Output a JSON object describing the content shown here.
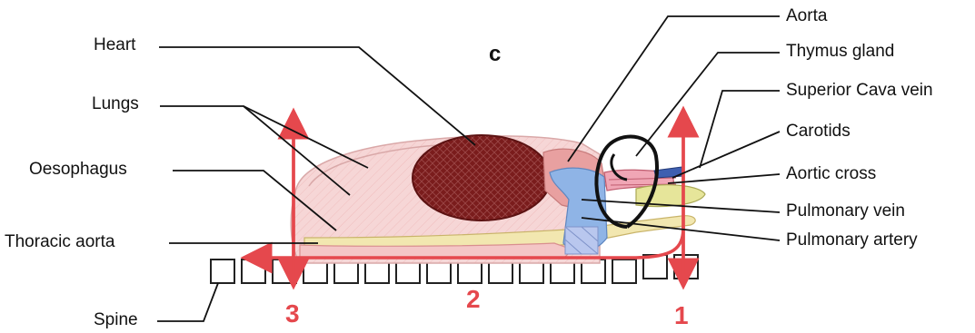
{
  "panel_letter": "c",
  "labels_left": {
    "heart": "Heart",
    "lungs": "Lungs",
    "oesophagus": "Oesophagus",
    "thoracic_aorta": "Thoracic aorta",
    "spine": "Spine"
  },
  "labels_right": {
    "aorta": "Aorta",
    "thymus": "Thymus gland",
    "superior_cava": "Superior Cava vein",
    "carotids": "Carotids",
    "aortic_cross": "Aortic cross",
    "pulmonary_vein": "Pulmonary vein",
    "pulmonary_artery": "Pulmonary artery"
  },
  "step_numbers": {
    "one": "1",
    "two": "2",
    "three": "3"
  },
  "colors": {
    "arrow": "#e5484d",
    "heart": "#7a1c1c",
    "lung": "#f6d6d6",
    "vessel_blue": "#8fb4e6",
    "thymus_yellow": "#e6e59a"
  }
}
